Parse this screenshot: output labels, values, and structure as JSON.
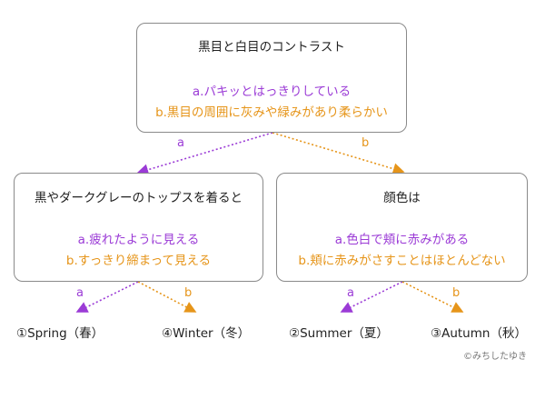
{
  "colors": {
    "a": "#9b3bd6",
    "b": "#e6951a",
    "border": "#8a8a8a"
  },
  "root": {
    "question": "黒目と白目のコントラスト",
    "option_a": "a.パキッとはっきりしている",
    "option_b": "b.黒目の周囲に灰みや緑みがあり柔らかい"
  },
  "left": {
    "question": "黒やダークグレーのトップスを着ると",
    "option_a": "a.疲れたように見える",
    "option_b": "b.すっきり締まって見える"
  },
  "right": {
    "question": "顔色は",
    "option_a": "a.色白で頬に赤みがある",
    "option_b": "b.頬に赤みがさすことはほとんどない"
  },
  "edge_labels": {
    "root_a": "a",
    "root_b": "b",
    "left_a": "a",
    "left_b": "b",
    "right_a": "a",
    "right_b": "b"
  },
  "results": {
    "spring": "①Spring（春）",
    "winter": "④Winter（冬）",
    "summer": "②Summer（夏）",
    "autumn": "③Autumn（秋）"
  },
  "credit": "©みちしたゆき"
}
